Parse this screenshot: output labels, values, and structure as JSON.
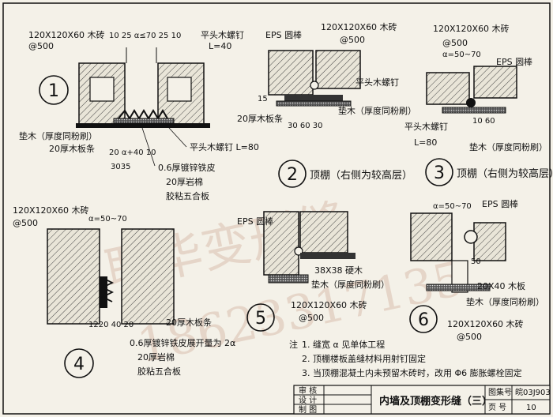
{
  "details": {
    "d1": {
      "number": "1",
      "labels": {
        "brick": "120X120X60 木砖",
        "brick_spacing": "@500",
        "dims_top": "10 25  α≤70  25 10",
        "screw_top": "平头木螺钉",
        "screw_top_len": "L=40",
        "pad": "垫木（厚度同粉刷）",
        "strip": "20厚木板条",
        "dims_bottom": "20    α+40  10",
        "dims_bottom2": "3035",
        "screw_bottom": "平头木螺钉 L=80",
        "steel": "0.6厚镀锌铁皮",
        "wool": "20厚岩棉",
        "board": "胶粘五合板"
      }
    },
    "d2": {
      "number": "2",
      "caption": "顶棚（右侧为较高层）",
      "labels": {
        "eps": "EPS 圆棒",
        "brick": "120X120X60 木砖",
        "brick_spacing": "@500",
        "screw": "平头木螺钉",
        "pad": "垫木（厚度同粉刷）",
        "strip": "20厚木板条",
        "dims": "30 60 30",
        "dim_side": "15"
      }
    },
    "d3": {
      "number": "3",
      "caption": "顶棚（右侧为较高层）",
      "labels": {
        "brick": "120X120X60 木砖",
        "brick_spacing": "@500",
        "gap": "α=50~70",
        "eps": "EPS 圆棒",
        "screw": "平头木螺钉",
        "screw_len": "L=80",
        "dims": "10 60",
        "pad": "垫木（厚度同粉刷）"
      }
    },
    "d4": {
      "number": "4",
      "labels": {
        "brick": "120X120X60 木砖",
        "brick_spacing": "@500",
        "gap": "α=50~70",
        "strip": "20厚木板条",
        "dims": "1220 40 20",
        "steel": "0.6厚镀锌铁皮展开量为 2α",
        "wool": "20厚岩棉",
        "board": "胶粘五合板"
      }
    },
    "d5": {
      "number": "5",
      "labels": {
        "eps": "EPS 圆棒",
        "hardwood": "38X38 硬木",
        "pad": "垫木（厚度同粉刷）",
        "brick": "120X120X60 木砖",
        "brick_spacing": "@500"
      }
    },
    "d6": {
      "number": "6",
      "labels": {
        "gap": "α=50~70",
        "eps": "EPS 圆棒",
        "dim": "50",
        "board": "20X40 木板",
        "pad": "垫木（厚度同粉刷）",
        "brick": "120X120X60 木砖",
        "brick_spacing": "@500"
      }
    }
  },
  "notes": {
    "title": "注",
    "items": [
      "1. 缝宽 α 见单体工程",
      "2. 顶棚楼板盖缝材料用射钉固定",
      "3. 当顶棚混凝土内未预留木砖时，改用 Φ6 膨胀螺栓固定"
    ]
  },
  "title_block": {
    "row_labels": [
      "审 核",
      "设 计",
      "制 图"
    ],
    "title": "内墙及顶棚变形缝（三）",
    "atlas_label": "图集号",
    "atlas_number": "皖03J903",
    "page_label": "页 号",
    "page_number": "10"
  },
  "watermark": {
    "line1": "联华变形缝",
    "line2": "18623317135"
  }
}
